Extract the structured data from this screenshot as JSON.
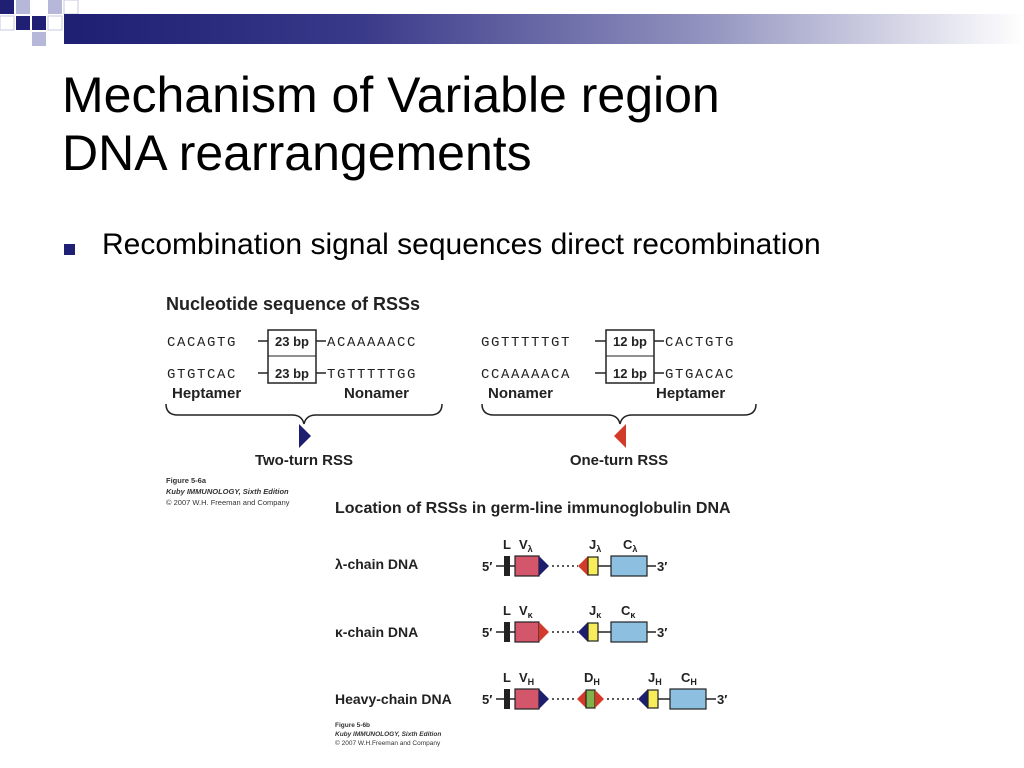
{
  "slide": {
    "title_line1": "Mechanism of Variable region",
    "title_line2": "DNA rearrangements",
    "bullet": "Recombination signal sequences direct recombination"
  },
  "figure_a": {
    "title": "Nucleotide sequence of RSSs",
    "two_turn": {
      "top_left": "CACAGTG",
      "top_spacer": "23 bp",
      "top_right": "ACAAAAACC",
      "bottom_left": "GTGTCAC",
      "bottom_spacer": "23 bp",
      "bottom_right": "TGTTTTTGG",
      "label_left": "Heptamer",
      "label_right": "Nonamer",
      "caption": "Two-turn RSS"
    },
    "one_turn": {
      "top_left": "GGTTTTTGT",
      "top_spacer": "12 bp",
      "top_right": "CACTGTG",
      "bottom_left": "CCAAAAACA",
      "bottom_spacer": "12 bp",
      "bottom_right": "GTGACAC",
      "label_left": "Nonamer",
      "label_right": "Heptamer",
      "caption": "One-turn RSS"
    },
    "credit_fig": "Figure 5-6a",
    "credit_book": "Kuby IMMUNOLOGY, Sixth Edition",
    "credit_copy": "© 2007 W.H. Freeman and Company"
  },
  "figure_b": {
    "title": "Location of RSSs in germ-line immunoglobulin DNA",
    "prime5": "5′",
    "prime3": "3′",
    "lambda": {
      "label": "λ-chain  DNA",
      "L": "L",
      "V": "V",
      "Vsub": "λ",
      "J": "J",
      "Jsub": "λ",
      "C": "C",
      "Csub": "λ"
    },
    "kappa": {
      "label": "κ-chain  DNA",
      "L": "L",
      "V": "V",
      "Vsub": "κ",
      "J": "J",
      "Jsub": "κ",
      "C": "C",
      "Csub": "κ"
    },
    "heavy": {
      "label": "Heavy-chain  DNA",
      "L": "L",
      "V": "V",
      "Vsub": "H",
      "D": "D",
      "Dsub": "H",
      "J": "J",
      "Jsub": "H",
      "C": "C",
      "Csub": "H"
    },
    "credit_fig": "Figure 5-6b",
    "credit_book": "Kuby IMMUNOLOGY, Sixth Edition",
    "credit_copy": "© 2007 W.H.Freeman and Company"
  },
  "colors": {
    "accent": "#1f1f74",
    "v_segment": "#d4566b",
    "j_segment": "#f7ec5a",
    "d_segment": "#7fb34a",
    "c_segment": "#8dbfe0",
    "two_turn_rss": "#1c1f6e",
    "one_turn_rss": "#d23b2a"
  }
}
